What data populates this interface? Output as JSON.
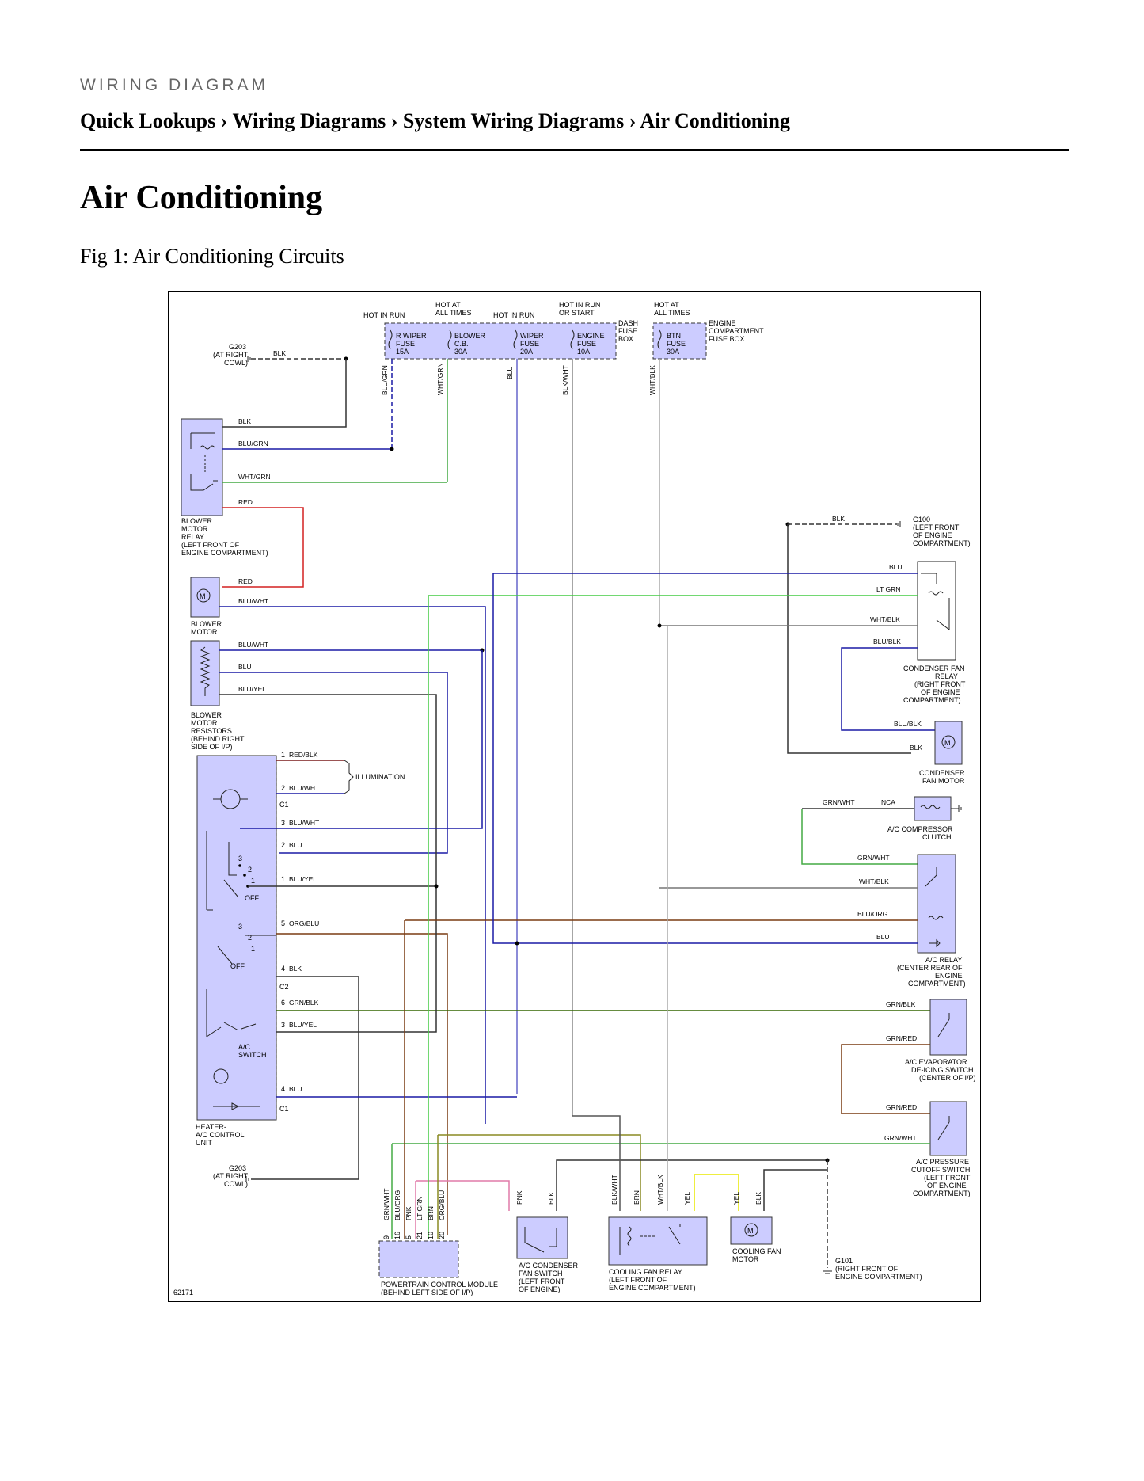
{
  "header": {
    "kicker": "WIRING DIAGRAM",
    "breadcrumb": [
      "Quick Lookups",
      "Wiring Diagrams",
      "System Wiring Diagrams",
      "Air Conditioning"
    ],
    "separator": "›"
  },
  "page_title": "Air Conditioning",
  "figure_caption": "Fig 1: Air Conditioning Circuits",
  "diagram": {
    "figure_id": "62171",
    "power_labels": {
      "hot_run_1": "HOT IN RUN",
      "hot_always_1": [
        "HOT AT",
        "ALL TIMES"
      ],
      "hot_run_2": "HOT IN RUN",
      "hot_run_start": [
        "HOT IN RUN",
        "OR START"
      ],
      "hot_always_2": [
        "HOT AT",
        "ALL TIMES"
      ]
    },
    "fuses": {
      "r_wiper": [
        "R WIPER",
        "FUSE",
        "15A"
      ],
      "blower_cb": [
        "BLOWER",
        "C.B.",
        "30A"
      ],
      "wiper": [
        "WIPER",
        "FUSE",
        "20A"
      ],
      "engine": [
        "ENGINE",
        "FUSE",
        "10A"
      ],
      "btn": [
        "BTN",
        "FUSE",
        "30A"
      ],
      "dash_box": [
        "DASH",
        "FUSE",
        "BOX"
      ],
      "engine_box": [
        "ENGINE",
        "COMPARTMENT",
        "FUSE BOX"
      ]
    },
    "grounds": {
      "g203_top": [
        "G203",
        "(AT RIGHT",
        "COWL)"
      ],
      "g203_bottom": [
        "G203",
        "(AT RIGHT",
        "COWL)"
      ],
      "g100": [
        "G100",
        "(LEFT FRONT",
        "OF ENGINE",
        "COMPARTMENT)"
      ],
      "g101": [
        "G101",
        "(RIGHT FRONT OF",
        "ENGINE COMPARTMENT)"
      ]
    },
    "components": {
      "blower_relay": [
        "BLOWER",
        "MOTOR",
        "RELAY",
        "(LEFT FRONT OF",
        "ENGINE COMPARTMENT)"
      ],
      "blower_motor": [
        "BLOWER",
        "MOTOR"
      ],
      "blower_resistors": [
        "BLOWER",
        "MOTOR",
        "RESISTORS",
        "(BEHIND RIGHT",
        "SIDE OF I/P)"
      ],
      "illumination": "ILLUMINATION",
      "heater_unit": [
        "HEATER-",
        "A/C CONTROL",
        "UNIT"
      ],
      "ac_switch": [
        "A/C",
        "SWITCH"
      ],
      "cond_fan_relay": [
        "CONDENSER FAN",
        "RELAY",
        "(RIGHT FRONT",
        "OF ENGINE",
        "COMPARTMENT)"
      ],
      "cond_fan_motor": [
        "CONDENSER",
        "FAN MOTOR"
      ],
      "compressor_clutch": [
        "A/C COMPRESSOR",
        "CLUTCH"
      ],
      "nca": "NCA",
      "ac_relay": [
        "A/C RELAY",
        "(CENTER REAR OF",
        "ENGINE",
        "COMPARTMENT)"
      ],
      "evap_switch": [
        "A/C EVAPORATOR",
        "DE-ICING SWITCH",
        "(CENTER OF I/P)"
      ],
      "pressure_switch": [
        "A/C PRESSURE",
        "CUTOFF SWITCH",
        "(LEFT FRONT",
        "OF ENGINE",
        "COMPARTMENT)"
      ],
      "pcm": [
        "POWERTRAIN CONTROL MODULE",
        "(BEHIND LEFT SIDE OF I/P)"
      ],
      "cond_fan_switch": [
        "A/C CONDENSER",
        "FAN SWITCH",
        "(LEFT FRONT",
        "OF ENGINE)"
      ],
      "cooling_fan_relay": [
        "COOLING FAN RELAY",
        "(LEFT FRONT OF",
        "ENGINE COMPARTMENT)"
      ],
      "cooling_fan_motor": [
        "COOLING FAN",
        "MOTOR"
      ]
    },
    "switch_marks": {
      "pos3": "3",
      "pos2": "2",
      "pos1": "1",
      "off": "OFF",
      "c1": "C1",
      "c2": "C2"
    },
    "heater_pins": [
      {
        "pin": "1",
        "wire": "RED/BLK"
      },
      {
        "pin": "2",
        "wire": "BLU/WHT"
      },
      {
        "pin": "3",
        "wire": "BLU/WHT"
      },
      {
        "pin": "2",
        "wire": "BLU"
      },
      {
        "pin": "1",
        "wire": "BLU/YEL"
      },
      {
        "pin": "5",
        "wire": "ORG/BLU"
      },
      {
        "pin": "4",
        "wire": "BLK"
      },
      {
        "pin": "6",
        "wire": "GRN/BLK"
      },
      {
        "pin": "3",
        "wire": "BLU/YEL"
      },
      {
        "pin": "4",
        "wire": "BLU"
      }
    ],
    "pcm_pins": [
      {
        "pin": "9",
        "wire": "GRN/WHT"
      },
      {
        "pin": "16",
        "wire": "BLU/ORG"
      },
      {
        "pin": "5",
        "wire": "PNK"
      },
      {
        "pin": "21",
        "wire": "LT GRN"
      },
      {
        "pin": "10",
        "wire": "BRN"
      },
      {
        "pin": "20",
        "wire": "ORG/BLU"
      }
    ],
    "wire_labels": {
      "blk": "BLK",
      "blu_grn": "BLU/GRN",
      "wht_grn": "WHT/GRN",
      "red": "RED",
      "blu_wht": "BLU/WHT",
      "blu": "BLU",
      "blu_yel": "BLU/YEL",
      "blk_wht": "BLK/WHT",
      "wht_blk": "WHT/BLK",
      "lt_grn": "LT GRN",
      "blu_blk": "BLU/BLK",
      "grn_wht": "GRN/WHT",
      "blu_org": "BLU/ORG",
      "grn_blk": "GRN/BLK",
      "grn_red": "GRN/RED",
      "pnk": "PNK",
      "brn": "BRN",
      "yel": "YEL"
    },
    "wire_colors": {
      "blue": "#1a1aa6",
      "green": "#44cc44",
      "red": "#d42020",
      "black": "#333333",
      "gray": "#777777",
      "brown": "#7a3b12",
      "olive": "#8a8a22",
      "pink": "#e07aa8",
      "yellow": "#e8e800",
      "lightgray": "#bbbbbb"
    }
  }
}
